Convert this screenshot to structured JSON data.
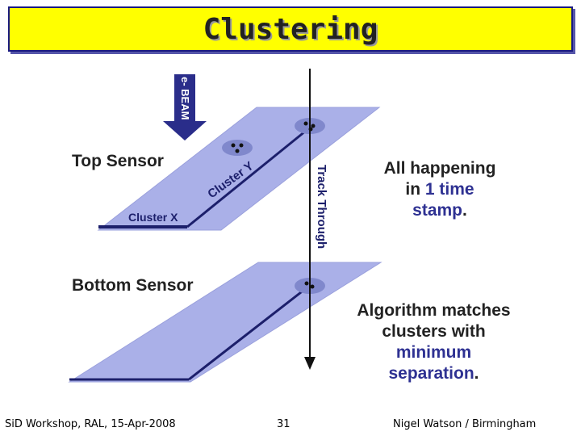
{
  "title": "Clustering",
  "diagram": {
    "beam_label": "e- BEAM",
    "top_sensor": "Top Sensor",
    "bottom_sensor": "Bottom Sensor",
    "cluster_x": "Cluster X",
    "cluster_y": "Cluster Y",
    "track_label": "Track Through",
    "note1": {
      "line1": "All happening",
      "line2_pre": "in ",
      "line2_hl": "1 time",
      "line3_hl": "stamp",
      "line3_post": "."
    },
    "note2": {
      "line1": "Algorithm matches",
      "line2": "clusters with",
      "line3_hl": "minimum",
      "line4_hl": "separation",
      "line4_post": "."
    },
    "colors": {
      "plane": "#aab0e8",
      "plane_edge": "#8088cc",
      "line": "#1c1f6b",
      "highlight": "#2e3192"
    }
  },
  "footer": {
    "left": "SiD Workshop, RAL, 15-Apr-2008",
    "center": "31",
    "right": "Nigel Watson / Birmingham"
  }
}
